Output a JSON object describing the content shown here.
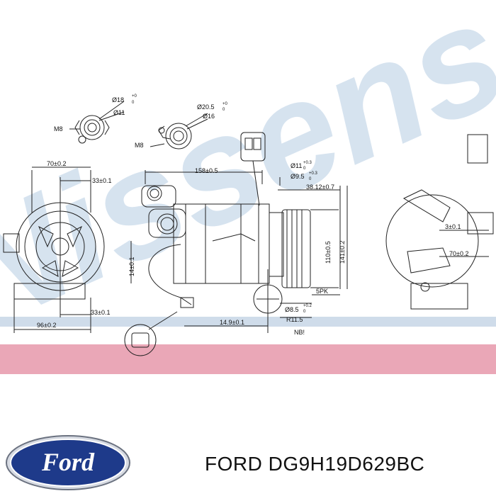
{
  "watermark": {
    "text": "Nissens"
  },
  "dimensions": {
    "fitting_small": {
      "thread": "M8",
      "dia_outer": "Ø18",
      "tol_outer_hi": "+0",
      "tol_outer_lo": "0",
      "dia_inner": "Ø11"
    },
    "fitting_large": {
      "thread": "M8",
      "dia_outer": "Ø20.5",
      "tol_outer_hi": "+0",
      "tol_outer_lo": "0",
      "dia_inner": "Ø16"
    },
    "left_view": {
      "width_top": "70±0.2",
      "offset_top": "33±0.1",
      "offset_bottom": "33±0.1",
      "width_bottom": "96±0.2"
    },
    "front_view": {
      "length": "158±0.5",
      "port_dia_1": "Ø11",
      "port_dia_1_tol_hi": "+0.3",
      "port_dia_1_tol_lo": "0",
      "port_dia_2": "Ø9.5",
      "port_dia_2_tol_hi": "+0.3",
      "port_dia_2_tol_lo": "0",
      "pulley_offset": "38.12±0.7",
      "height_left": "14±0.1",
      "pulley_dia": "110±0.5",
      "overall_height": "141±0.2",
      "belt": "5PK",
      "mount_hole": "Ø8.5",
      "mount_hole_tol_hi": "+0.2",
      "mount_hole_tol_lo": "0",
      "mount_offset": "14.9±0.1",
      "radius": "R11.5",
      "note": "NB!"
    },
    "right_view": {
      "offset_small": "3±0.1",
      "width": "70±0.2"
    }
  },
  "brand": {
    "logo_text": "Ford"
  },
  "caption": {
    "text": "FORD DG9H19D629BC"
  },
  "colors": {
    "watermark_blue": "#bcd0e4",
    "band_pink": "#eaa7b7",
    "logo_blue": "#1e3a8a"
  }
}
